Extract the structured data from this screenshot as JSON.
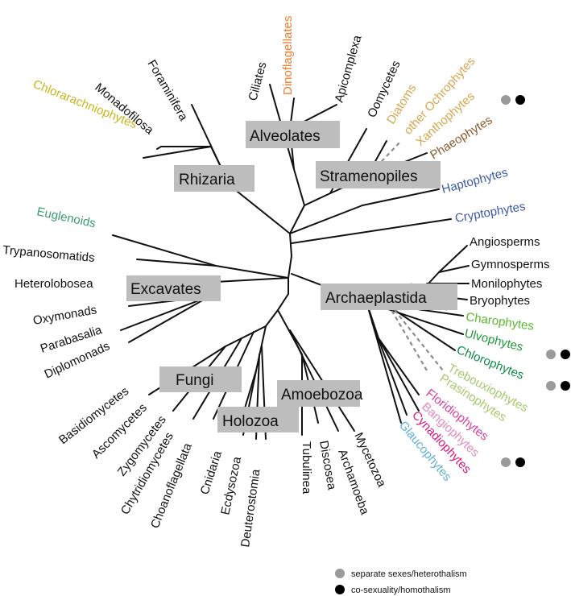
{
  "groups": {
    "alveolates": "Alveolates",
    "rhizaria": "Rhizaria",
    "stramenopiles": "Stramenopiles",
    "excavates": "Excavates",
    "archaeplastida": "Archaeplastida",
    "fungi": "Fungi",
    "amoebozoa": "Amoebozoa",
    "holozoa": "Holozoa"
  },
  "taxa": {
    "chlorarachniophytes": "Chlorarachniophytes",
    "monadofilosa": "Monadofilosa",
    "foraminifera": "Foraminifera",
    "ciliates": "Ciliates",
    "dinoflagellates": "Dinoflagellates",
    "apicomplexa": "Apicomplexa",
    "oomycetes": "Oomycetes",
    "diatoms": "Diatoms",
    "other_ochrophytes": "other Ochrophytes",
    "xanthophytes": "Xanthophytes",
    "phaeophytes": "Phaeophytes",
    "haptophytes": "Haptophytes",
    "cryptophytes": "Cryptophytes",
    "euglenoids": "Euglenoids",
    "trypanosomatids": "Trypanosomatids",
    "heterolobosea": "Heterolobosea",
    "oxymonads": "Oxymonads",
    "parabasalia": "Parabasalia",
    "diplomonads": "Diplomonads",
    "angiosperms": "Angiosperms",
    "gymnosperms": "Gymnosperms",
    "monilophytes": "Monilophytes",
    "bryophytes": "Bryophytes",
    "charophytes": "Charophytes",
    "ulvophytes": "Ulvophytes",
    "chlorophytes": "Chlorophytes",
    "trebouxiophytes": "Trebouxiophytes",
    "prasinophytes": "Prasinophytes",
    "floridiophytes": "Floridiophytes",
    "bangiophytes": "Bangiophytes",
    "cynadiophytes": "Cynadiophytes",
    "glaucophytes": "Glaucophytes",
    "basidiomycetes": "Basidiomycetes",
    "ascomycetes": "Ascomycetes",
    "zygomycetes": "Zygomycetes",
    "chytridiomycetes": "Chytridiomycetes",
    "choanoflagellata": "Choanoflagellata",
    "cnidaria": "Cnidaria",
    "ecdysozoa": "Ecdysozoa",
    "deuterostomia": "Deuterostomia",
    "tubulinea": "Tubulinea",
    "discosea": "Discosea",
    "archamoeba": "Archamoeba",
    "mycetozoa": "Mycetozoa"
  },
  "legend": {
    "separate": "separate sexes/heterothalism",
    "cosexual": "co-sexuality/homothalism"
  },
  "colors": {
    "black": "#111111",
    "group_box": "#bdbdbd",
    "dashed_branch": "#8c8c8c",
    "chlorarachniophytes": "#c9b51c",
    "dinoflagellates": "#ef7d2e",
    "ochrophytes": "#d9a64e",
    "phaeophytes": "#8b5a2b",
    "blue_algae": "#3a5aa8",
    "euglenoids": "#3a9a6e",
    "charophytes": "#5cb82f",
    "ulvophytes": "#1f9a3a",
    "chlorophytes": "#0f8a4a",
    "trebouxio_prasino": "#a8c86a",
    "floridiophytes": "#d8409a",
    "bangiophytes": "#e58abd",
    "cynadiophytes": "#d8177c",
    "glaucophytes": "#5fb0d8",
    "legend_separate": "#9a9a9a",
    "legend_cosexual": "#000000"
  }
}
